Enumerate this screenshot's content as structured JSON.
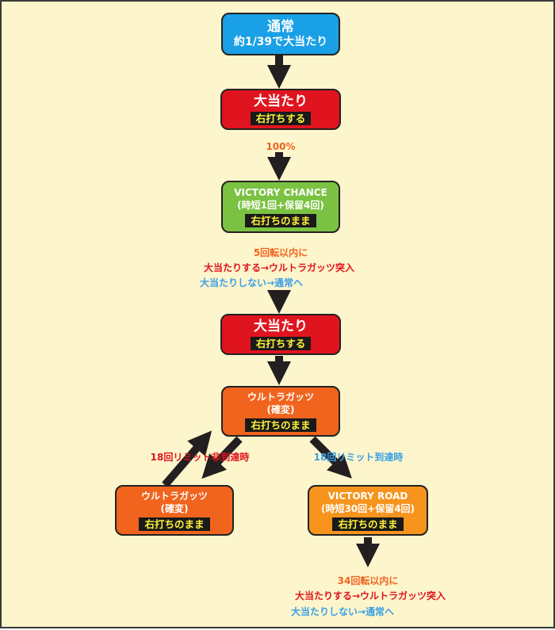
{
  "colors": {
    "background": "#fdf5cc",
    "blue_box": "#1aa0e6",
    "red_box": "#e0141e",
    "green_box": "#7bc242",
    "orange_box": "#f0641e",
    "amber_box": "#f7941d",
    "arrow": "#231f20",
    "tag_text": "#fff23a"
  },
  "nodes": {
    "normal": {
      "title": "通常",
      "sub": "約1/39で大当たり"
    },
    "big_hit_1": {
      "title": "大当たり",
      "tag": "右打ちする"
    },
    "victory_chance": {
      "title": "VICTORY CHANCE",
      "sub": "(時短1回+保留4回)",
      "tag": "右打ちのまま"
    },
    "big_hit_2": {
      "title": "大当たり",
      "tag": "右打ちする"
    },
    "ultra_main": {
      "title": "ウルトラガッツ",
      "sub": "(確変)",
      "tag": "右打ちのまま"
    },
    "ultra_loop": {
      "title": "ウルトラガッツ",
      "sub": "(確変)",
      "tag": "右打ちのまま"
    },
    "victory_road": {
      "title": "VICTORY ROAD",
      "sub": "(時短30回+保留4回)",
      "tag": "右打ちのまま"
    }
  },
  "labels": {
    "pct": "100%",
    "vc_limit": "5回転以内に",
    "vc_hit": "大当たりする→ウルトラガッツ突入",
    "vc_miss": "大当たりしない→通常へ",
    "not_reach": "18回リミット非到達時",
    "reach": "18回リミット到達時",
    "vr_limit": "34回転以内に",
    "vr_hit": "大当たりする→ウルトラガッツ突入",
    "vr_miss": "大当たりしない→通常へ"
  }
}
